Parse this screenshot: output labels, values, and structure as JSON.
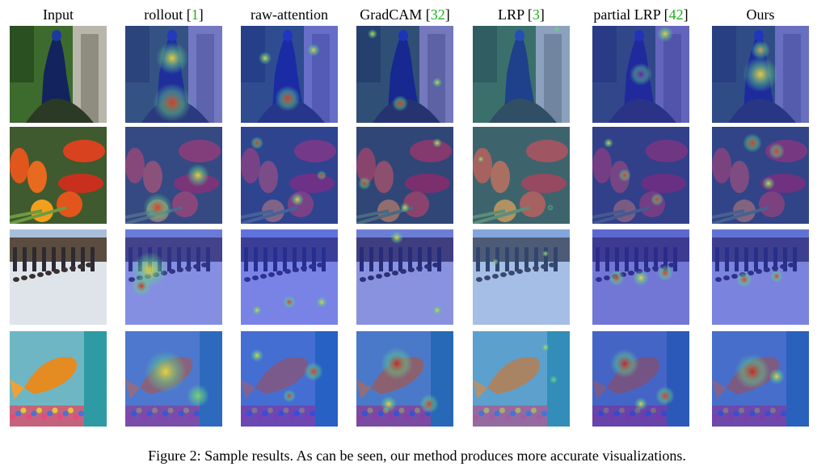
{
  "columns": [
    {
      "label": "Input",
      "cite": ""
    },
    {
      "label": "rollout [",
      "cite": "1",
      "close": "]"
    },
    {
      "label": "raw-attention",
      "cite": ""
    },
    {
      "label": "GradCAM [",
      "cite": "32",
      "close": "]"
    },
    {
      "label": "LRP [",
      "cite": "3",
      "close": "]"
    },
    {
      "label": "partial LRP [",
      "cite": "42",
      "close": "]"
    },
    {
      "label": "Ours",
      "cite": ""
    }
  ],
  "rows": [
    {
      "subject": "peacock"
    },
    {
      "subject": "goldfish-with-tulips"
    },
    {
      "subject": "dog-sled-team"
    },
    {
      "subject": "goldfish-in-tank"
    }
  ],
  "caption": "Figure 2: Sample results. As can be seen, our method produces more accurate visualizations."
}
